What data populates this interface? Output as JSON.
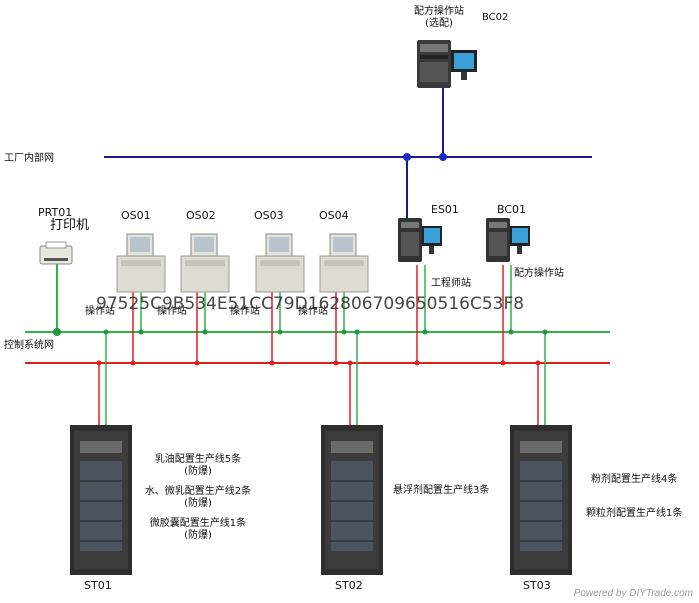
{
  "labels": {
    "recipe_station_optional_line1": "配方操作站",
    "recipe_station_optional_line2": "(选配)",
    "bc02": "BC02",
    "factory_network": "工厂内部网",
    "prt01": "PRT01",
    "printer": "打印机",
    "os01": "OS01",
    "os02": "OS02",
    "os03": "OS03",
    "os04": "OS04",
    "es01": "ES01",
    "bc01": "BC01",
    "recipe_station": "配方操作站",
    "engineer_station": "工程师站",
    "operator_station_1": "操作站",
    "operator_station_2": "操作站",
    "operator_station_3": "操作站",
    "operator_station_4": "操作站",
    "control_network": "控制系统网",
    "st01": "ST01",
    "st02": "ST02",
    "st03": "ST03",
    "st01_desc_1": "乳油配置生产线5条",
    "st01_desc_2": "(防爆)",
    "st01_desc_3": "水、微乳配置生产线2条",
    "st01_desc_4": "(防爆)",
    "st01_desc_5": "微胶囊配置生产线1条",
    "st01_desc_6": "(防爆)",
    "st02_desc": "悬浮剂配置生产线3条",
    "st03_desc_1": "粉剂配置生产线4条",
    "st03_desc_2": "颗粒剂配置生产线1条"
  },
  "watermark": "97525C9B534E51CC79D162806709650516C53F8",
  "footer": "Powered by DIYTrade.com",
  "colors": {
    "factory_line": "#1a1a8c",
    "control_green": "#2fb24a",
    "control_red": "#e02020",
    "node_blue": "#1a2acc",
    "node_green": "#1f9a3a"
  }
}
